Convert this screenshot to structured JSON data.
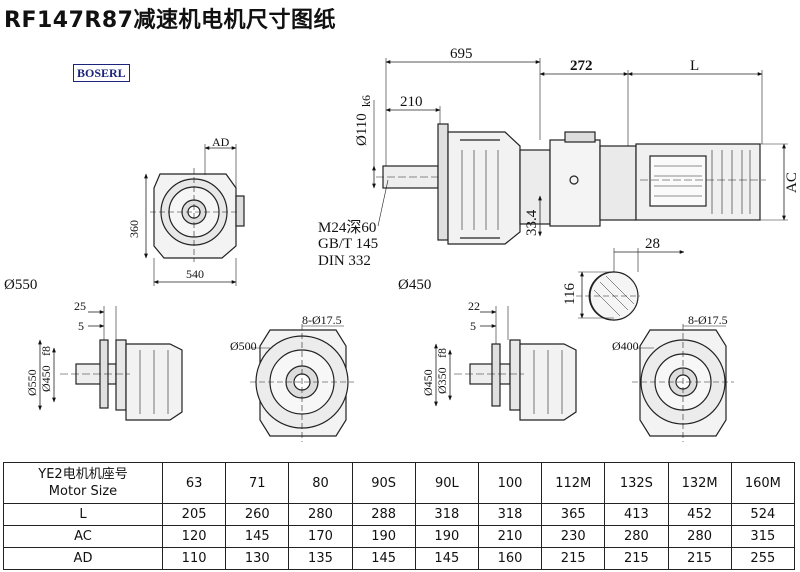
{
  "title": "RF147R87减速机电机尺寸图纸",
  "brand": "BOSERL",
  "dims": {
    "d695": "695",
    "d272": "272",
    "dL": "L",
    "d210": "210",
    "dshaft": "Ø110",
    "dshaft_tol": "k6",
    "dAD": "AD",
    "d360": "360",
    "d540": "540",
    "dAC": "AC",
    "d28": "28",
    "d116": "116",
    "d33": "33.4",
    "thread1": "M24深60",
    "thread2": "GB/T 145",
    "thread3": "DIN 332",
    "flange1": "Ø550",
    "flange2": "Ø450",
    "f1_25": "25",
    "f1_5": "5",
    "f1_d550": "Ø550",
    "f1_d450": "Ø450",
    "f1_d450_tol": "f8",
    "f1_d500": "Ø500",
    "f1_holes": "8-Ø17.5",
    "f2_22": "22",
    "f2_5": "5",
    "f2_d450": "Ø450",
    "f2_d350": "Ø350",
    "f2_d350_tol": "f8",
    "f2_d400": "Ø400",
    "f2_holes": "8-Ø17.5"
  },
  "table": {
    "header_line1": "YE2电机机座号",
    "header_line2": "Motor Size",
    "sizes": [
      "63",
      "71",
      "80",
      "90S",
      "90L",
      "100",
      "112M",
      "132S",
      "132M",
      "160M"
    ],
    "rows": [
      {
        "label": "L",
        "values": [
          "205",
          "260",
          "280",
          "288",
          "318",
          "318",
          "365",
          "413",
          "452",
          "524"
        ]
      },
      {
        "label": "AC",
        "values": [
          "120",
          "145",
          "170",
          "190",
          "190",
          "210",
          "230",
          "280",
          "280",
          "315"
        ]
      },
      {
        "label": "AD",
        "values": [
          "110",
          "130",
          "135",
          "145",
          "145",
          "160",
          "215",
          "215",
          "215",
          "255"
        ]
      }
    ]
  }
}
